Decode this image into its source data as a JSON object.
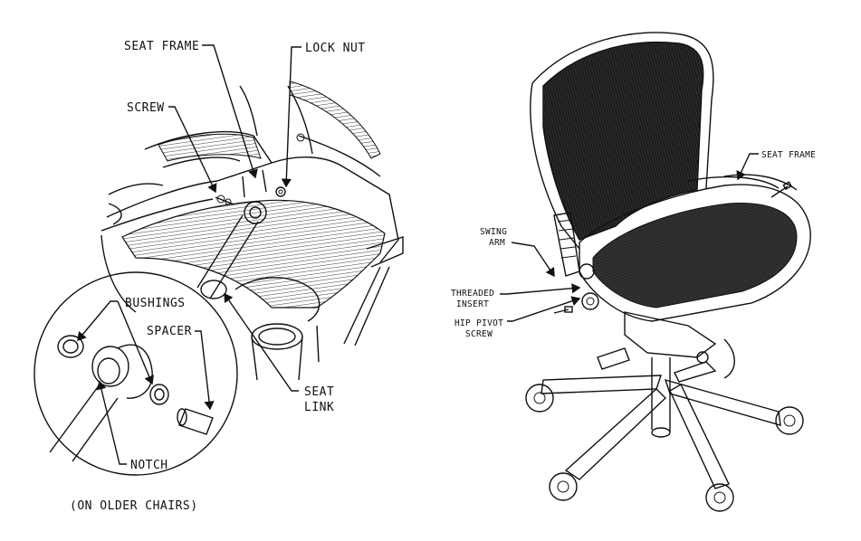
{
  "left_figure": {
    "labels": {
      "seat_frame": "SEAT FRAME",
      "lock_nut": "LOCK NUT",
      "screw": "SCREW",
      "bushings": "BUSHINGS",
      "spacer": "SPACER",
      "seat_link_1": "SEAT",
      "seat_link_2": "LINK",
      "notch": "NOTCH",
      "caption": "(ON OLDER CHAIRS)"
    }
  },
  "right_figure": {
    "labels": {
      "seat_frame": "SEAT FRAME",
      "swing_arm_1": "SWING",
      "swing_arm_2": "ARM",
      "threaded_insert_1": "THREADED",
      "threaded_insert_2": "INSERT",
      "hip_pivot_screw_1": "HIP PIVOT",
      "hip_pivot_screw_2": "SCREW"
    }
  }
}
